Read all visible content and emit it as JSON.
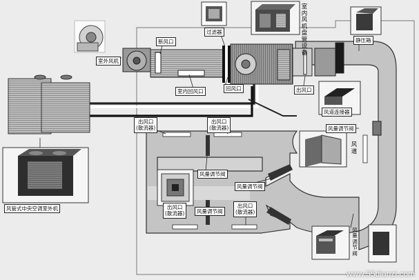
{
  "labels": {
    "outdoor_fan": "室外风机",
    "fresh_air_inlet": "新风口",
    "filter": "过滤器",
    "indoor_unit": "室内风机盘管设备",
    "static_box": "静压箱",
    "indoor_return": "室内回风口",
    "return_inlet": "回风口",
    "outlet": "出风口",
    "duct_connector": "风道连接器",
    "outlet_diffuser": "出风口\n(散流器)",
    "damper": "风量调节阀",
    "duct": "风道",
    "outdoor_unit": "风管式中央空调室外机"
  },
  "watermark": "www.55dianzi.com"
}
